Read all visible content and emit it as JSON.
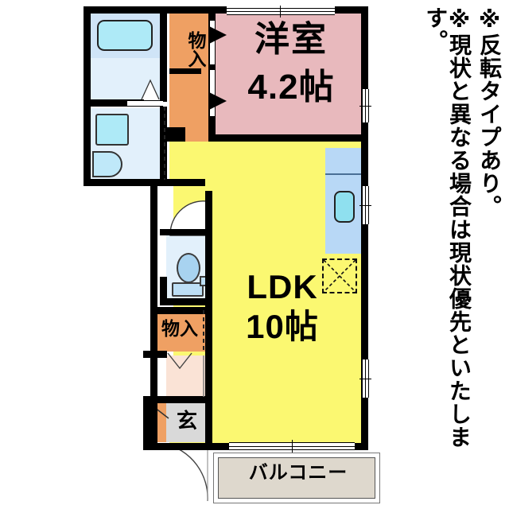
{
  "plan": {
    "type": "floor-plan",
    "unit_layout": "1LDK",
    "rooms": [
      {
        "id": "yoshitsu",
        "label": "洋室",
        "size": "4.2帖",
        "fill": "#e8b9bd"
      },
      {
        "id": "ldk",
        "label": "LDK",
        "size": "10帖",
        "fill": "#fbf871"
      },
      {
        "id": "closet_1",
        "label": "物入",
        "size": "",
        "fill": "#efa063"
      },
      {
        "id": "closet_2",
        "label": "物入",
        "size": "",
        "fill": "#efa063"
      },
      {
        "id": "genkan",
        "label": "玄",
        "size": "",
        "fill": "#d9d9d9"
      },
      {
        "id": "balcony",
        "label": "バルコニー",
        "size": "",
        "fill": "#ded8cd"
      }
    ],
    "fixtures": [
      {
        "id": "bathtub",
        "name": "bathtub"
      },
      {
        "id": "washbasin",
        "name": "wash-basin"
      },
      {
        "id": "washer-space",
        "name": "washing-machine-space"
      },
      {
        "id": "toilet",
        "name": "toilet"
      },
      {
        "id": "kitchen-sink",
        "name": "kitchen-sink"
      },
      {
        "id": "stove-space",
        "name": "stove-space"
      }
    ]
  },
  "labels": {
    "yoshitsu_name": "洋室",
    "yoshitsu_size": "4.2帖",
    "ldk_name": "LDK",
    "ldk_size": "10帖",
    "closet_upper": "物入",
    "closet_lower": "物入",
    "genkan": "玄",
    "balcony": "バルコニー"
  },
  "notice": {
    "line1": "※反転タイプあり。",
    "line2": "※現状と異なる場合は現状優先といたします。"
  },
  "colors": {
    "wall": "#000000",
    "yoshitsu": "#e8b9bd",
    "ldk": "#fbf871",
    "closet": "#efa063",
    "bath": "#e2f0fb",
    "kitchen": "#b8d8f6",
    "hall": "#fae3d6",
    "genkan": "#d9d9d9",
    "balcony": "#ded8cd",
    "fixture_blue": "#aeeaf7"
  }
}
